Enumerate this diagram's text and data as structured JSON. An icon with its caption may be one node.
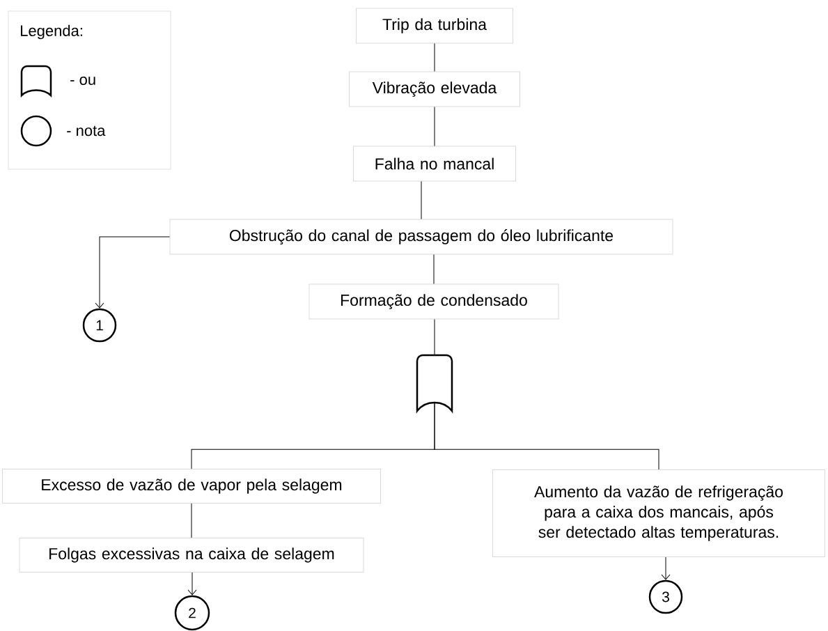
{
  "diagram": {
    "nodes": [
      {
        "text": [
          "Trip da turbina"
        ]
      },
      {
        "text": [
          "Vibração elevada"
        ]
      },
      {
        "text": [
          "Falha no mancal"
        ]
      },
      {
        "text": [
          "Obstrução do canal de passagem do óleo lubrificante"
        ]
      },
      {
        "text": [
          "Formação de condensado"
        ]
      },
      {
        "text": [
          "1"
        ]
      },
      {
        "text": [],
        "shape": "gate"
      },
      {
        "text": [
          "Excesso de vazão de vapor pela selagem"
        ]
      },
      {
        "text": [
          "Aumento da vazão de refrigeração para a caixa dos mancais, após ser detectado altas temperaturas."
        ]
      },
      {
        "text": [
          "Folgas excessivas na caixa de selagem"
        ]
      },
      {
        "text": [
          "3"
        ]
      },
      {
        "text": [
          "2"
        ]
      }
    ],
    "edges": [
      {
        "from": 0,
        "to": 1,
        "arrow": "none"
      },
      {
        "from": 1,
        "to": 2,
        "arrow": "none"
      },
      {
        "from": 2,
        "to": 3,
        "arrow": "none"
      },
      {
        "from": 3,
        "to": 4,
        "arrow": "none"
      },
      {
        "from": 3,
        "to": 5,
        "arrow": "to"
      },
      {
        "from": 4,
        "to": 6,
        "arrow": "none"
      },
      {
        "from": 6,
        "to": 7,
        "arrow": "none"
      },
      {
        "from": 6,
        "to": 8,
        "arrow": "none"
      },
      {
        "from": 7,
        "to": 9,
        "arrow": "none"
      },
      {
        "from": 9,
        "to": 11,
        "arrow": "to"
      },
      {
        "from": 8,
        "to": 10,
        "arrow": "to"
      }
    ],
    "labels": [
      "Legenda:"
    ],
    "legend": [
      {
        "text": "- ou"
      },
      {
        "text": "- nota"
      }
    ]
  }
}
